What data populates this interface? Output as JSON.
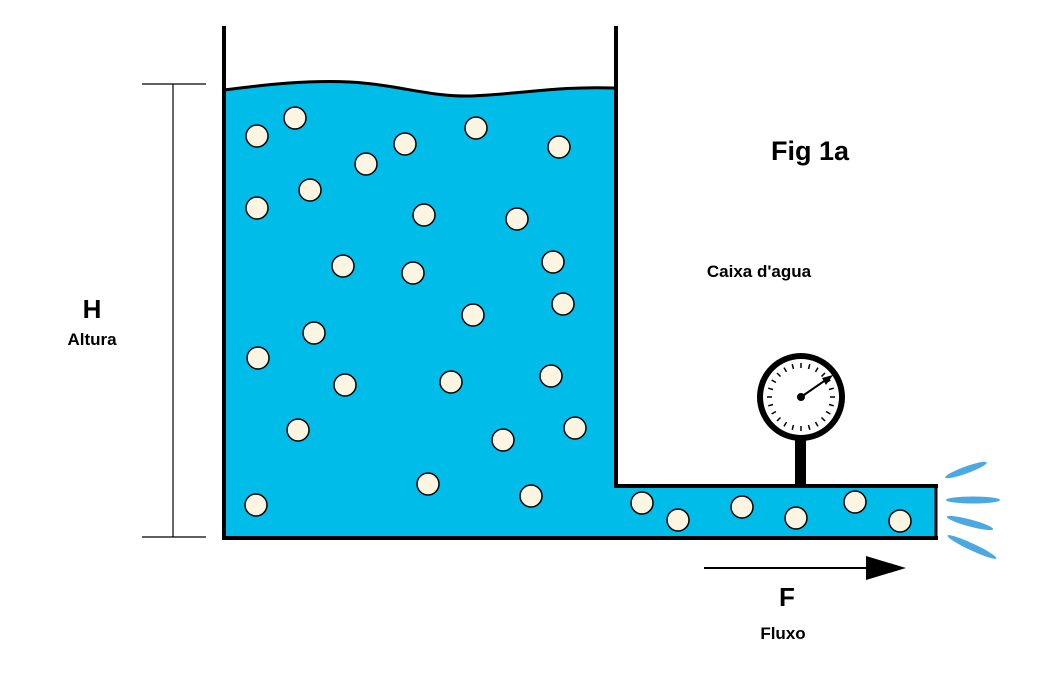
{
  "diagram": {
    "figure_label": "Fig 1a",
    "tank_label": "Caixa d'agua",
    "height_symbol": "H",
    "height_label": "Altura",
    "flow_symbol": "F",
    "flow_label": "Fluxo"
  },
  "colors": {
    "water": "#00BCE8",
    "bubble_fill": "#FBF5E2",
    "outline": "#000000",
    "spray": "#4BA8E0"
  },
  "icons": {
    "gauge": "pressure-gauge-icon",
    "arrow": "flow-arrow-icon"
  }
}
